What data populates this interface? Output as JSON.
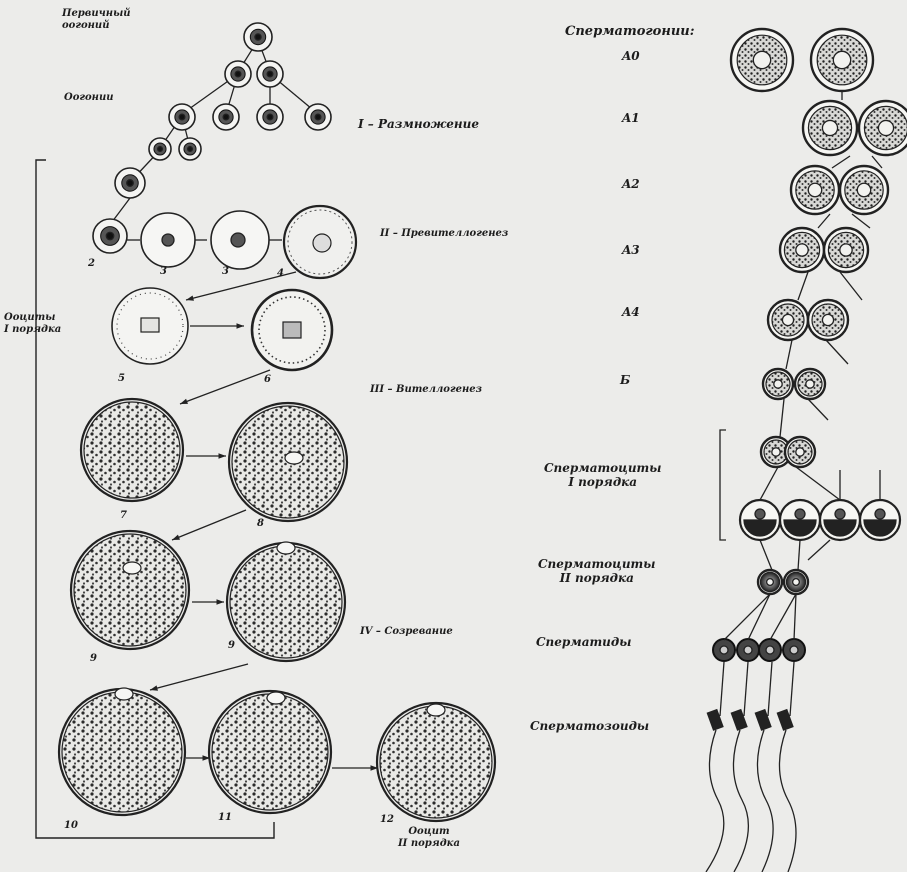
{
  "left": {
    "primary_oogonium": "Первичный\nоогоний",
    "oogonia": "Оогонии",
    "stage1": "I – Размножение",
    "stage2": "II – Превителлогенез",
    "stage3": "III – Вителлогенез",
    "stage4": "IV – Созревание",
    "oocytes1": "Ооциты\nI порядка",
    "oocyte2": "Ооцит\nII порядка",
    "cell_numbers": [
      "2",
      "3",
      "3",
      "4",
      "5",
      "6",
      "7",
      "8",
      "9",
      "9",
      "10",
      "11",
      "12"
    ]
  },
  "right": {
    "spermatogonia": "Сперматогонии:",
    "A0": "A0",
    "A1": "A1",
    "A2": "A2",
    "A3": "A3",
    "A4": "A4",
    "B": "Б",
    "spermatocytes1": "Сперматоциты\nI порядка",
    "spermatocytes2": "Сперматоциты\nII порядка",
    "spermatids": "Сперматиды",
    "spermatozoa": "Сперматозоиды"
  }
}
